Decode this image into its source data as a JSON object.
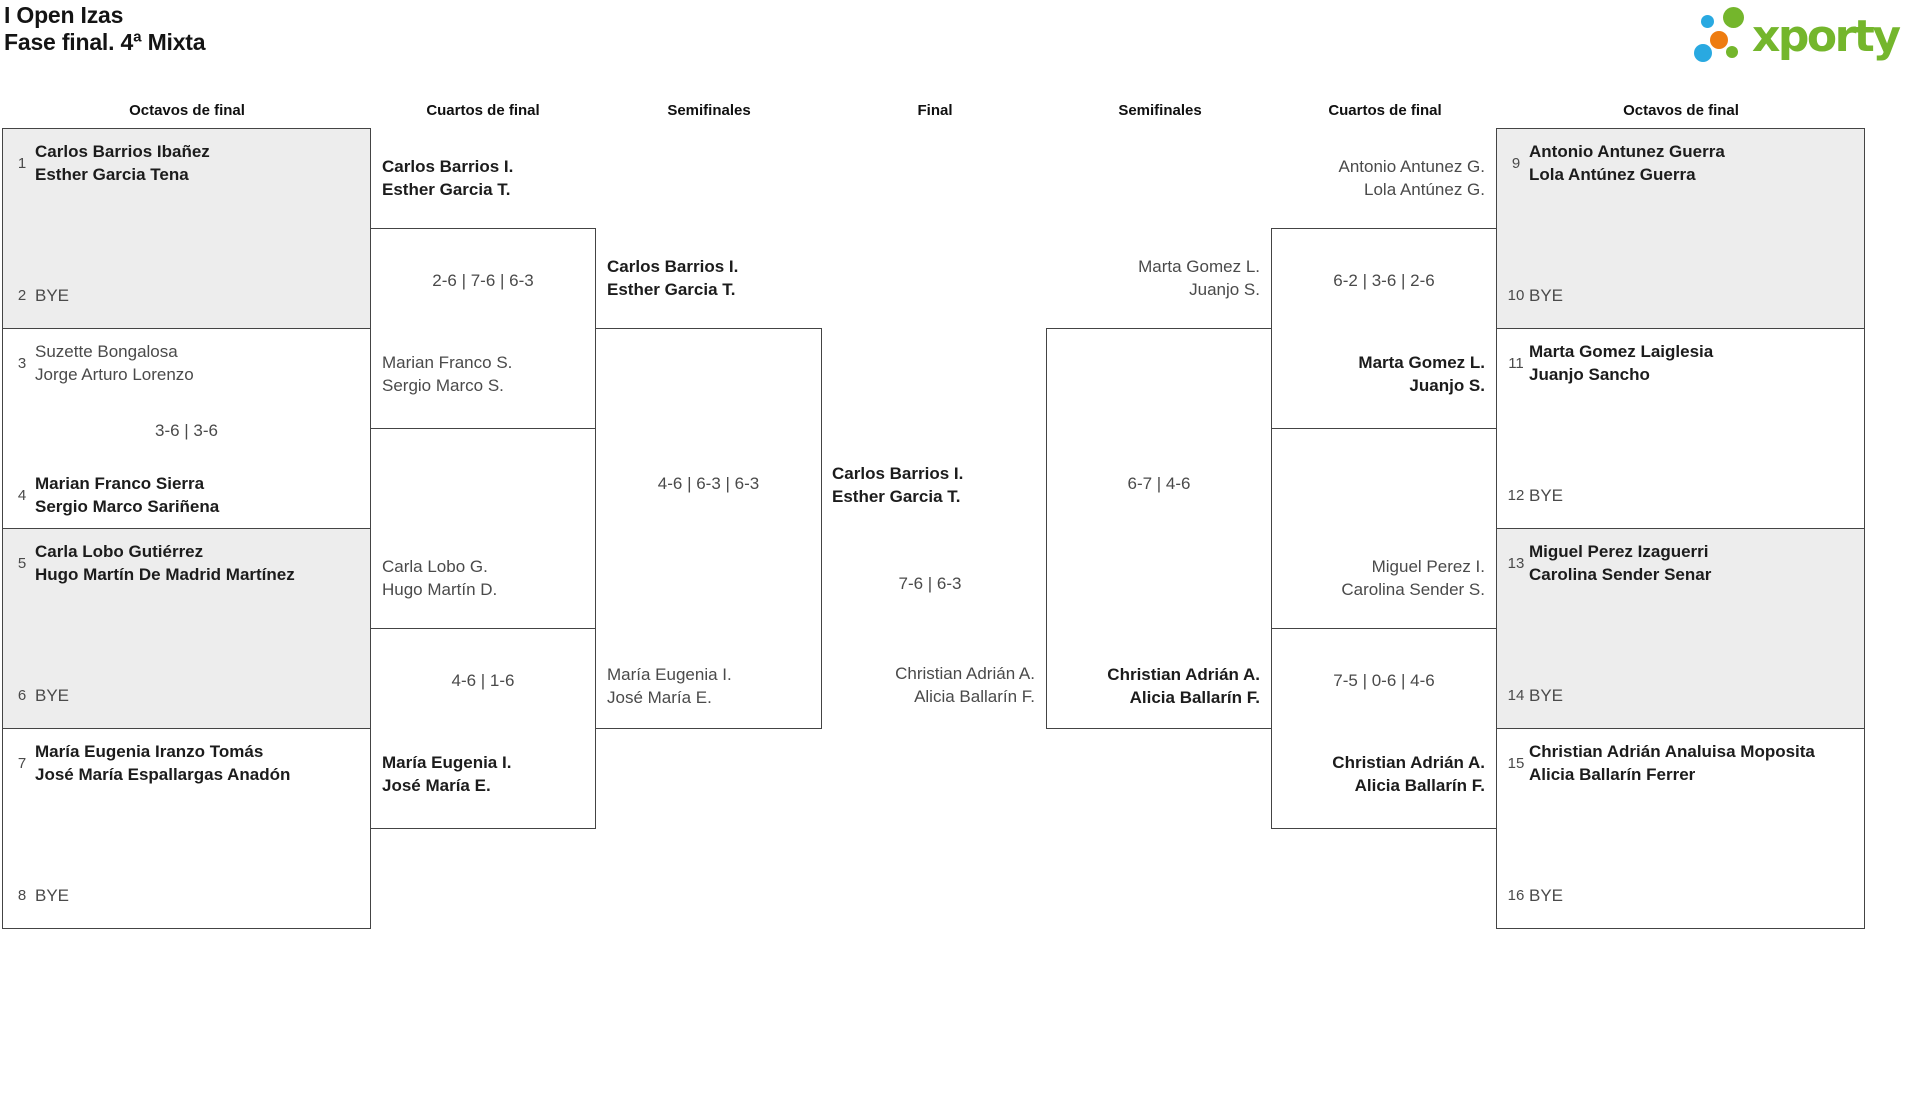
{
  "title": {
    "line1": "I Open Izas",
    "line2": "Fase final. 4ª Mixta"
  },
  "logo": {
    "text": "xporty",
    "colors": {
      "green": "#74b62c",
      "blue": "#29a9e1",
      "orange": "#ee7c10"
    }
  },
  "round_headers": {
    "left_r16": "Octavos de final",
    "left_qf": "Cuartos de final",
    "left_sf": "Semifinales",
    "final": "Final",
    "right_sf": "Semifinales",
    "right_qf": "Cuartos de final",
    "right_r16": "Octavos de final"
  },
  "r16_left": [
    {
      "seed_top": "1",
      "top": [
        "Carlos Barrios Ibañez",
        "Esther Garcia Tena"
      ],
      "score": "",
      "seed_bottom": "2",
      "bottom": [
        "BYE"
      ]
    },
    {
      "seed_top": "3",
      "top": [
        "Suzette Bongalosa",
        "Jorge Arturo Lorenzo"
      ],
      "score": "3-6 | 3-6",
      "seed_bottom": "4",
      "bottom": [
        "Marian Franco Sierra",
        "Sergio Marco Sariñena"
      ]
    },
    {
      "seed_top": "5",
      "top": [
        "Carla Lobo Gutiérrez",
        "Hugo Martín De Madrid Martínez"
      ],
      "score": "",
      "seed_bottom": "6",
      "bottom": [
        "BYE"
      ]
    },
    {
      "seed_top": "7",
      "top": [
        "María Eugenia Iranzo Tomás",
        "José María Espallargas Anadón"
      ],
      "score": "",
      "seed_bottom": "8",
      "bottom": [
        "BYE"
      ]
    }
  ],
  "r16_right": [
    {
      "seed_top": "9",
      "top": [
        "Antonio Antunez Guerra",
        "Lola Antúnez Guerra"
      ],
      "score": "",
      "seed_bottom": "10",
      "bottom": [
        "BYE"
      ]
    },
    {
      "seed_top": "11",
      "top": [
        "Marta Gomez Laiglesia",
        "Juanjo Sancho"
      ],
      "score": "",
      "seed_bottom": "12",
      "bottom": [
        "BYE"
      ]
    },
    {
      "seed_top": "13",
      "top": [
        "Miguel Perez Izaguerri",
        "Carolina Sender Senar"
      ],
      "score": "",
      "seed_bottom": "14",
      "bottom": [
        "BYE"
      ]
    },
    {
      "seed_top": "15",
      "top": [
        "Christian Adrián Analuisa Moposita",
        "Alicia Ballarín Ferrer"
      ],
      "score": "",
      "seed_bottom": "16",
      "bottom": [
        "BYE"
      ]
    }
  ],
  "quarterfinals": {
    "q1": {
      "team_a": [
        "Carlos Barrios I.",
        "Esther Garcia T."
      ],
      "score": "2-6 | 7-6 | 6-3",
      "team_b": [
        "Marian Franco S.",
        "Sergio Marco S."
      ]
    },
    "q2": {
      "team_a": [
        "Carla Lobo G.",
        "Hugo Martín D."
      ],
      "score": "4-6 | 1-6",
      "team_b": [
        "María Eugenia I.",
        "José María E."
      ]
    },
    "q3": {
      "team_a": [
        "Antonio Antunez G.",
        "Lola Antúnez G."
      ],
      "score": "6-2 | 3-6 | 2-6",
      "team_b": [
        "Marta Gomez L.",
        "Juanjo S."
      ]
    },
    "q4": {
      "team_a": [
        "Miguel Perez I.",
        "Carolina Sender S."
      ],
      "score": "7-5 | 0-6 | 4-6",
      "team_b": [
        "Christian Adrián A.",
        "Alicia Ballarín F."
      ]
    }
  },
  "semifinals": {
    "left": {
      "team_a": [
        "Carlos Barrios I.",
        "Esther Garcia T."
      ],
      "score": "4-6 | 6-3 | 6-3",
      "team_b": [
        "María Eugenia I.",
        "José María E."
      ]
    },
    "right": {
      "team_a": [
        "Marta Gomez L.",
        "Juanjo S."
      ],
      "score": "6-7 | 4-6",
      "team_b": [
        "Christian Adrián A.",
        "Alicia Ballarín F."
      ]
    }
  },
  "final": {
    "winner": [
      "Carlos Barrios I.",
      "Esther Garcia T."
    ],
    "score": "7-6 | 6-3",
    "runner_up": [
      "Christian Adrián A.",
      "Alicia Ballarín F."
    ]
  }
}
